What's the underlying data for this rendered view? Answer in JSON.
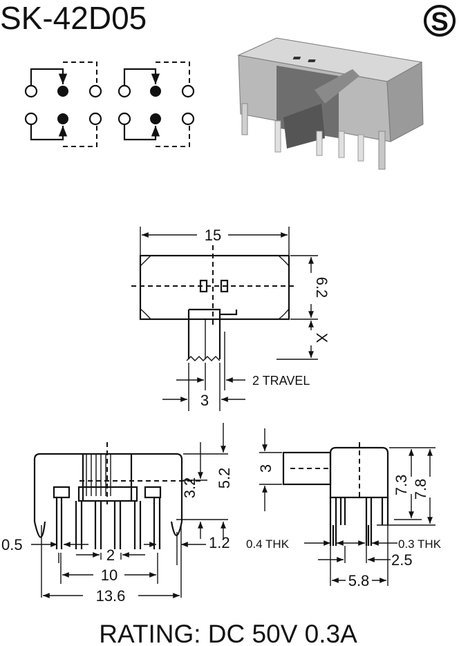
{
  "title": "SK-42D05",
  "logo_letter": "S",
  "rating": "RATING: DC 50V 0.3A",
  "top_view": {
    "width": "15",
    "height": "6.2",
    "x_dim": "X",
    "travel": "2 TRAVEL",
    "actuator_width": "3"
  },
  "front_view": {
    "dims": {
      "d32": "3.2",
      "d52": "5.2",
      "d05": "0.5",
      "d12": "1.2",
      "d2": "2",
      "d10": "10",
      "d136": "13.6"
    }
  },
  "side_view": {
    "dims": {
      "d3": "3",
      "d73": "7.3",
      "d78": "7.8",
      "thk04": "0.4 THK",
      "thk03": "0.3 THK",
      "d25": "2.5",
      "d58": "5.8"
    }
  },
  "colors": {
    "ink": "#111111",
    "photo_body": "#b9b9b9"
  }
}
